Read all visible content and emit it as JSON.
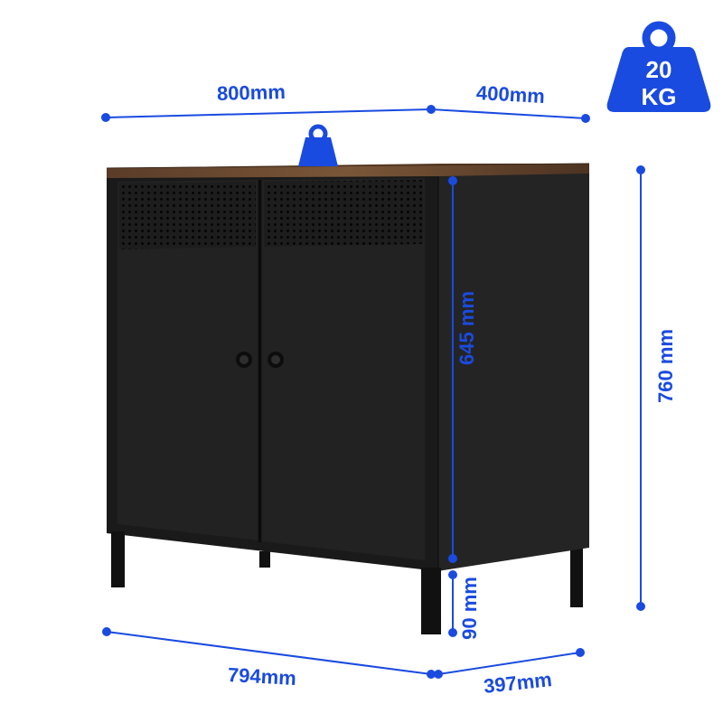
{
  "weight": {
    "line1": "20",
    "line2": "KG"
  },
  "dimensions": {
    "top_width": "800mm",
    "top_depth": "400mm",
    "bottom_width": "794mm",
    "bottom_depth": "397mm",
    "inner_height": "645 mm",
    "total_height": "760 mm",
    "leg_height": "90 mm"
  },
  "colors": {
    "accent": "#1a4be0",
    "cabinet_body": "#1c1c1c",
    "wood_top": "#6b4a33",
    "background": "#ffffff"
  },
  "icons": [
    "weight-icon",
    "small-weight-icon"
  ]
}
